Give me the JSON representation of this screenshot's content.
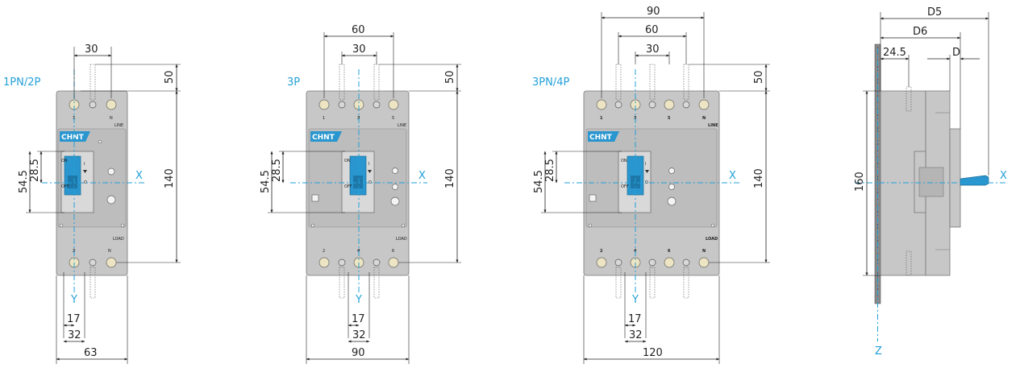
{
  "views": [
    {
      "label": "1PN/2P",
      "line_marker": "LINE",
      "load_marker": "LOAD",
      "top_terminals": [
        "1",
        "N"
      ],
      "bottom_terminals": [
        "2",
        "N"
      ],
      "dims": {
        "pitch": "30",
        "top_offset": "50",
        "height": "140",
        "handle_offset": "28.5",
        "handle_total": "54.5",
        "center_offset": "17",
        "pole_span": "32",
        "width": "63"
      },
      "axis_x": "X",
      "axis_y": "Y"
    },
    {
      "label": "3P",
      "line_marker": "LINE",
      "load_marker": "LOAD",
      "top_terminals": [
        "1",
        "3",
        "5"
      ],
      "bottom_terminals": [
        "2",
        "4",
        "6"
      ],
      "dims": {
        "span": "60",
        "pitch": "30",
        "top_offset": "50",
        "height": "140",
        "handle_offset": "28.5",
        "handle_total": "54.5",
        "center_offset": "17",
        "pole_span": "32",
        "width": "90"
      },
      "axis_x": "X",
      "axis_y": "Y"
    },
    {
      "label": "3PN/4P",
      "line_marker": "LINE",
      "load_marker": "LOAD",
      "top_terminals": [
        "1",
        "3",
        "5",
        "N"
      ],
      "bottom_terminals": [
        "2",
        "4",
        "6",
        "N"
      ],
      "dims": {
        "outer": "90",
        "span": "60",
        "pitch": "30",
        "top_offset": "50",
        "height": "140",
        "handle_offset": "28.5",
        "handle_total": "54.5",
        "center_offset": "17",
        "pole_span": "32",
        "width": "120"
      },
      "axis_x": "X",
      "axis_y": "Y"
    },
    {
      "dims": {
        "d5": "D5",
        "d6": "D6",
        "base_offset": "24.5",
        "d": "D",
        "height": "160"
      },
      "axis_x": "X",
      "axis_z": "Z"
    }
  ],
  "brand": "CHNT",
  "handle_markings": {
    "on": "I",
    "on_text": "ON",
    "off": "O",
    "off_text": "OFF"
  },
  "colors": {
    "axis": "#23a0d8",
    "brand": "#2996cf",
    "body": "#c7c7c7",
    "terminal": "#ece4c2"
  }
}
